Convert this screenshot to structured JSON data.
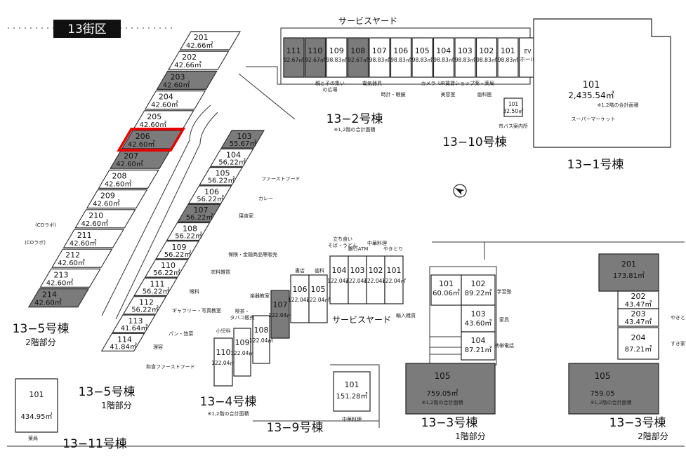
{
  "district_label": "13街区",
  "service_yard_top": "サービスヤード",
  "service_yard_mid": "サービスヤード",
  "building_13_5": {
    "units": [
      {
        "no": "201",
        "area": "42.66㎡",
        "dark": false
      },
      {
        "no": "202",
        "area": "42.66㎡",
        "dark": false
      },
      {
        "no": "203",
        "area": "42.60㎡",
        "dark": true
      },
      {
        "no": "204",
        "area": "42.60㎡",
        "dark": false
      },
      {
        "no": "205",
        "area": "42.60㎡",
        "dark": false
      },
      {
        "no": "206",
        "area": "42.60㎡",
        "dark": true
      },
      {
        "no": "207",
        "area": "42.60㎡",
        "dark": true
      },
      {
        "no": "208",
        "area": "42.60㎡",
        "dark": false
      },
      {
        "no": "209",
        "area": "42.60㎡",
        "dark": false
      },
      {
        "no": "210",
        "area": "42.60㎡",
        "dark": false
      },
      {
        "no": "211",
        "area": "42.60㎡",
        "dark": false
      },
      {
        "no": "212",
        "area": "42.60㎡",
        "dark": false
      },
      {
        "no": "213",
        "area": "42.60㎡",
        "dark": false
      },
      {
        "no": "214",
        "area": "42.60㎡",
        "dark": true
      }
    ],
    "label_upper": "13−5号棟",
    "floor_upper": "2階部分",
    "label_lower": "13−5号棟",
    "floor_lower": "1階部分",
    "note_co1": "(COラボ)",
    "note_co2": "(COラボ)"
  },
  "building_13_5_ground": {
    "units": [
      {
        "no": "103",
        "area": "55.67㎡",
        "dark": true
      },
      {
        "no": "104",
        "area": "56.22㎡",
        "dark": false
      },
      {
        "no": "105",
        "area": "56.22㎡",
        "dark": false
      },
      {
        "no": "106",
        "area": "56.22㎡",
        "dark": false
      },
      {
        "no": "107",
        "area": "56.22㎡",
        "dark": true
      },
      {
        "no": "108",
        "area": "56.22㎡",
        "dark": false
      },
      {
        "no": "109",
        "area": "56.22㎡",
        "dark": false
      },
      {
        "no": "110",
        "area": "56.22㎡",
        "dark": false
      },
      {
        "no": "111",
        "area": "56.22㎡",
        "dark": false
      },
      {
        "no": "112",
        "area": "56.22㎡",
        "dark": false
      },
      {
        "no": "113",
        "area": "41.64㎡",
        "dark": false
      },
      {
        "no": "114",
        "area": "41.84㎡",
        "dark": false
      }
    ],
    "tenants": [
      "ファーストフード",
      "カレー",
      "寝食家",
      "保険・金融商品等販売",
      "衣料雑貨",
      "眼科",
      "ギャラリー・写真教室",
      "パン・惣菜",
      "理容",
      "和食ファーストフード"
    ]
  },
  "building_13_2": {
    "label": "13−2号棟",
    "note": "※1,2階の合計面積",
    "units": [
      {
        "no": "111",
        "area": "92.67㎡",
        "dark": true
      },
      {
        "no": "110",
        "area": "92.67㎡",
        "dark": true
      },
      {
        "no": "109",
        "area": "98.83㎡",
        "dark": false
      },
      {
        "no": "108",
        "area": "92.67㎡",
        "dark": true
      },
      {
        "no": "107",
        "area": "98.83㎡",
        "dark": false
      },
      {
        "no": "106",
        "area": "98.83㎡",
        "dark": false
      },
      {
        "no": "105",
        "area": "98.83㎡",
        "dark": false
      },
      {
        "no": "104",
        "area": "98.83㎡",
        "dark": false
      },
      {
        "no": "103",
        "area": "98.83㎡",
        "dark": false
      },
      {
        "no": "102",
        "area": "98.83㎡",
        "dark": false
      },
      {
        "no": "101",
        "area": "98.83㎡",
        "dark": false
      }
    ],
    "ev_label": "EV\nホール",
    "tenants": [
      "親と子の集い\nの広場",
      "電気器具",
      "時計・眼鏡",
      "カメラ",
      "UR賃貸ショップ",
      "美容室",
      "薬・薬局",
      "歯科医"
    ]
  },
  "building_13_10": {
    "label": "13−10号棟",
    "unit": {
      "no": "101",
      "area": "32.50㎡"
    },
    "note": "市バス案内所"
  },
  "building_13_1": {
    "label": "13−1号棟",
    "unit": {
      "no": "101",
      "area": "2,435.54㎡"
    },
    "note": "※1,2階の合計面積",
    "tenant": "スーパーマーケット"
  },
  "building_13_4": {
    "label": "13−4号棟",
    "note": "※1,2階の合計面積",
    "units": [
      {
        "no": "110",
        "area": "122.04㎡",
        "dark": false
      },
      {
        "no": "109",
        "area": "122.04㎡",
        "dark": false
      },
      {
        "no": "108",
        "area": "122.04㎡",
        "dark": false
      },
      {
        "no": "107",
        "area": "122.04㎡",
        "dark": true
      },
      {
        "no": "106",
        "area": "122.04㎡",
        "dark": false
      },
      {
        "no": "105",
        "area": "122.04㎡",
        "dark": false
      },
      {
        "no": "104",
        "area": "122.04㎡",
        "dark": false
      },
      {
        "no": "103",
        "area": "122.04㎡",
        "dark": false
      },
      {
        "no": "102",
        "area": "122.04㎡",
        "dark": false
      },
      {
        "no": "101",
        "area": "122.04㎡",
        "dark": false
      }
    ],
    "tenants": [
      "小児科",
      "喫茶・\nタバコ販売",
      "楽器教室",
      "書店",
      "歯科",
      "立ち食い\nそば・うどん",
      "銀行ATM",
      "中華料理",
      "やきとり"
    ]
  },
  "building_13_9": {
    "label": "13−9号棟",
    "unit": {
      "no": "101",
      "area": "151.28㎡"
    },
    "note": "中華料理"
  },
  "building_13_11": {
    "label": "13−11号棟",
    "unit": {
      "no": "101",
      "area": "434.95㎡"
    },
    "note": "薬局"
  },
  "building_13_3_f1": {
    "label": "13−3号棟",
    "floor": "1階部分",
    "units": [
      {
        "no": "101",
        "area": "60.06㎡",
        "dark": false
      },
      {
        "no": "102",
        "area": "89.22㎡",
        "dark": false
      },
      {
        "no": "103",
        "area": "43.60㎡",
        "dark": false
      },
      {
        "no": "104",
        "area": "87.21㎡",
        "dark": false
      },
      {
        "no": "105",
        "area": "759.05㎡",
        "dark": true
      }
    ],
    "note": "※1,2階の合計面積",
    "tenants": [
      "輸入雑貨",
      "学習塾",
      "家具",
      "携帯電話"
    ]
  },
  "building_13_3_f2": {
    "label": "13−3号棟",
    "floor": "2階部分",
    "units": [
      {
        "no": "201",
        "area": "173.81㎡",
        "dark": true
      },
      {
        "no": "202",
        "area": "43.47㎡",
        "dark": false
      },
      {
        "no": "203",
        "area": "43.47㎡",
        "dark": false
      },
      {
        "no": "204",
        "area": "87.21㎡",
        "dark": false
      },
      {
        "no": "105",
        "area": "759.05",
        "dark": true
      }
    ],
    "note": "※1,2階の合計面積",
    "tenants": [
      "やきとり",
      "すき家"
    ]
  },
  "colors": {
    "dark_unit": "#7b7b7b",
    "highlight": "#e60000"
  }
}
